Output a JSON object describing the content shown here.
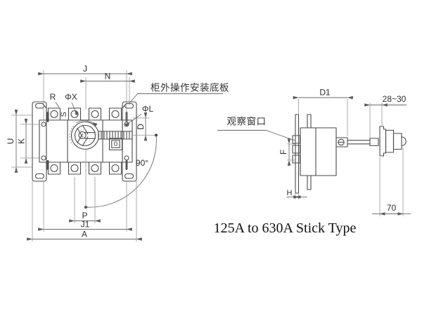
{
  "caption": "125A to 630A Stick Type",
  "front_view": {
    "callout_mounting_plate": "柜外操作安装底板",
    "dims": {
      "j": "J",
      "n": "N",
      "r": "R",
      "phi_x": "ΦX",
      "phi_l": "ΦL",
      "d": "D",
      "u": "U",
      "k": "K",
      "p": "P",
      "j1": "J1",
      "a": "A",
      "angle": "90°"
    },
    "pole_marking": "S",
    "handle_position_indicator": "0"
  },
  "side_view": {
    "callout_observation_window": "观察窗口",
    "dims": {
      "d1": "D1",
      "panel_thickness_range": "28~30",
      "f": "F",
      "h": "H",
      "handle_depth": "70"
    }
  },
  "colors": {
    "background": "#ffffff",
    "line": "#4a4a4a",
    "dim_line": "#6b6b6b",
    "text": "#2e2e2e"
  }
}
